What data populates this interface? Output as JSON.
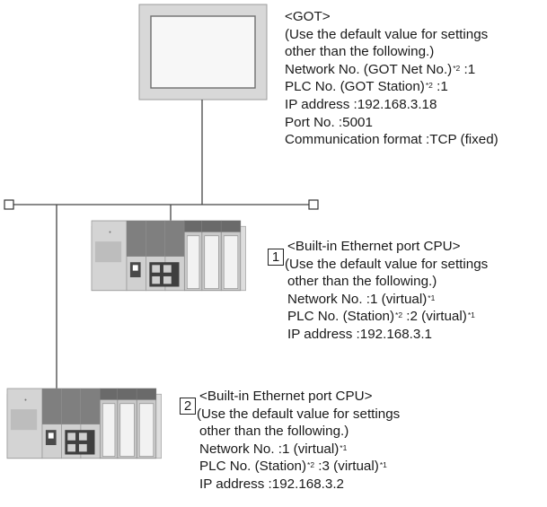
{
  "got": {
    "title": "<GOT>",
    "line1": "(Use the default value for settings",
    "line2": "other than the following.)",
    "network_label": "Network No. (GOT Net No.)",
    "network_mark": "*2",
    "network_value": " :1",
    "plc_label": "PLC No. (GOT Station)",
    "plc_mark": "*2",
    "plc_value": " :1",
    "ip": "IP address :192.168.3.18",
    "port": "Port No. :5001",
    "comm": "Communication format :TCP (fixed)"
  },
  "cpu1": {
    "number": "1",
    "title": "<Built-in Ethernet port CPU>",
    "line1": "(Use the default value for settings",
    "line2": "other than the following.)",
    "network_label": "Network No. :1 (virtual)",
    "network_mark": "*1",
    "plc_label": "PLC No. (Station)",
    "plc_mark": "*2",
    "plc_value": " :2 (virtual)",
    "plc_mark2": "*1",
    "ip": "IP address :192.168.3.1"
  },
  "cpu2": {
    "number": "2",
    "title": "<Built-in Ethernet port CPU>",
    "line1": "(Use the default value for settings",
    "line2": "other than the following.)",
    "network_label": "Network No. :1 (virtual)",
    "network_mark": "*1",
    "plc_label": "PLC No. (Station)",
    "plc_mark": "*2",
    "plc_value": " :3 (virtual)",
    "plc_mark2": "*1",
    "ip": "IP address :192.168.3.2"
  }
}
